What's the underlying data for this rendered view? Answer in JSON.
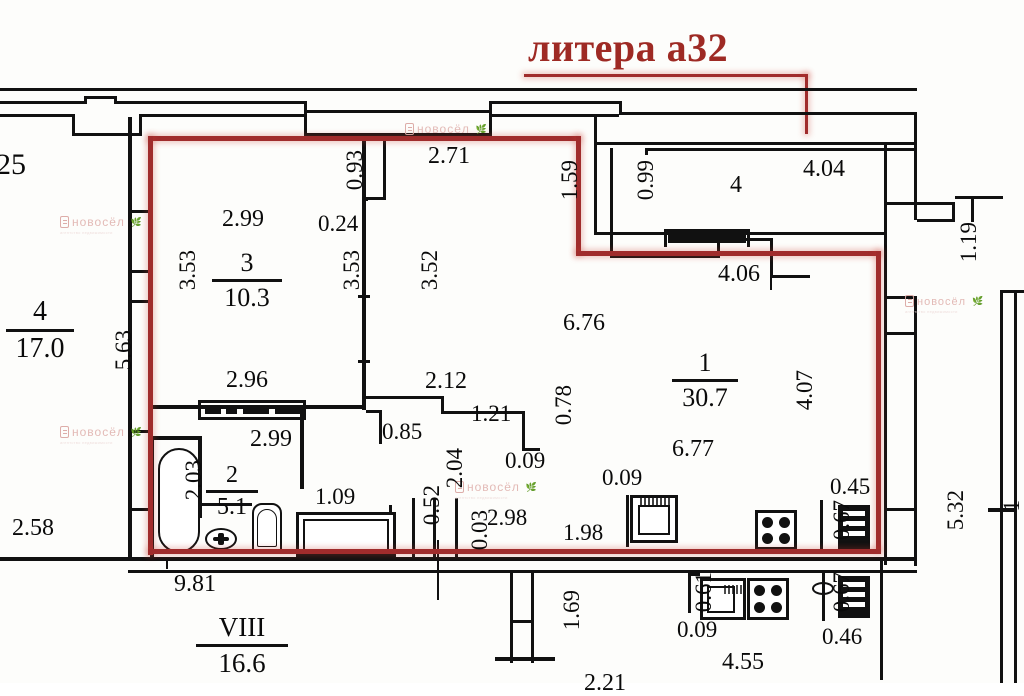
{
  "document": {
    "type": "floor-plan",
    "title": "литера а32",
    "title_color": "#9e2a24",
    "highlight_color": "#a02c2c",
    "watermark_text": "новосёл",
    "watermark_sub": "агентство недвижимости",
    "watermark_badge": "года"
  },
  "rooms": [
    {
      "id": "room-25",
      "number": "25",
      "area": "",
      "style": "plain"
    },
    {
      "id": "room-4L",
      "number": "4",
      "area": "17.0",
      "style": "fraction"
    },
    {
      "id": "room-3",
      "number": "3",
      "area": "10.3",
      "style": "fraction"
    },
    {
      "id": "room-2",
      "number": "2",
      "area": "5.1",
      "style": "fraction"
    },
    {
      "id": "room-1",
      "number": "1",
      "area": "30.7",
      "style": "fraction"
    },
    {
      "id": "room-4R",
      "number": "4",
      "area": "",
      "style": "plain"
    },
    {
      "id": "room-VIII",
      "number": "VIII",
      "area": "16.6",
      "style": "fraction"
    }
  ],
  "dimensions": {
    "room3": {
      "top_width": "2.99",
      "left_height": "3.53",
      "right_height": "3.53",
      "bottom_width": "2.96",
      "notch_h": "0.93",
      "notch_w": "0.24"
    },
    "corridor": {
      "top_width": "2.71",
      "height": "3.52",
      "inner_width": "2.12",
      "offset_left": "0.85",
      "jog": "1.21",
      "jog_v": "0.78",
      "small_a": "0.09",
      "vert_204": "2.04",
      "vert_052": "0.52",
      "vert_003": "0.03",
      "span_298": "2.98",
      "span_198": "1.98"
    },
    "room2": {
      "top_width": "2.99",
      "tub_len": "2.03",
      "right_width": "1.09"
    },
    "room1": {
      "top_span": "6.76",
      "bottom_span": "6.77",
      "right_height": "4.07",
      "notch_159": "1.59",
      "kitchen_009": "0.09",
      "niche_045": "0.45",
      "niche_067": "0.67"
    },
    "room4_right": {
      "top_width": "4.04",
      "bottom_width": "4.06",
      "height": "0.99"
    },
    "outer": {
      "left_height": "5.63",
      "left_bottom": "2.58",
      "bottom_total": "9.81",
      "right_119": "1.19",
      "right_532": "5.32",
      "right_edge_partial": "1",
      "bottom_169": "1.69",
      "bottom_221": "2.21",
      "bottom_455": "4.55",
      "bottom_061": "0.61",
      "bottom_009": "0.09",
      "bottom_067": "0.67",
      "bottom_046": "0.46"
    }
  },
  "fixtures": [
    {
      "name": "bathtub",
      "room": "2"
    },
    {
      "name": "toilet",
      "room": "2"
    },
    {
      "name": "sink",
      "room": "2"
    },
    {
      "name": "radiator-room3",
      "room": "3"
    },
    {
      "name": "radiator-room4",
      "room": "4"
    },
    {
      "name": "kitchen-sink",
      "room": "1"
    },
    {
      "name": "kitchen-stove",
      "room": "1"
    },
    {
      "name": "vent-shaft-1",
      "room": "1"
    },
    {
      "name": "kitchen-sink-lower",
      "room": "VIII"
    },
    {
      "name": "kitchen-stove-lower",
      "room": "VIII"
    },
    {
      "name": "vent-shaft-2",
      "room": "VIII"
    }
  ]
}
